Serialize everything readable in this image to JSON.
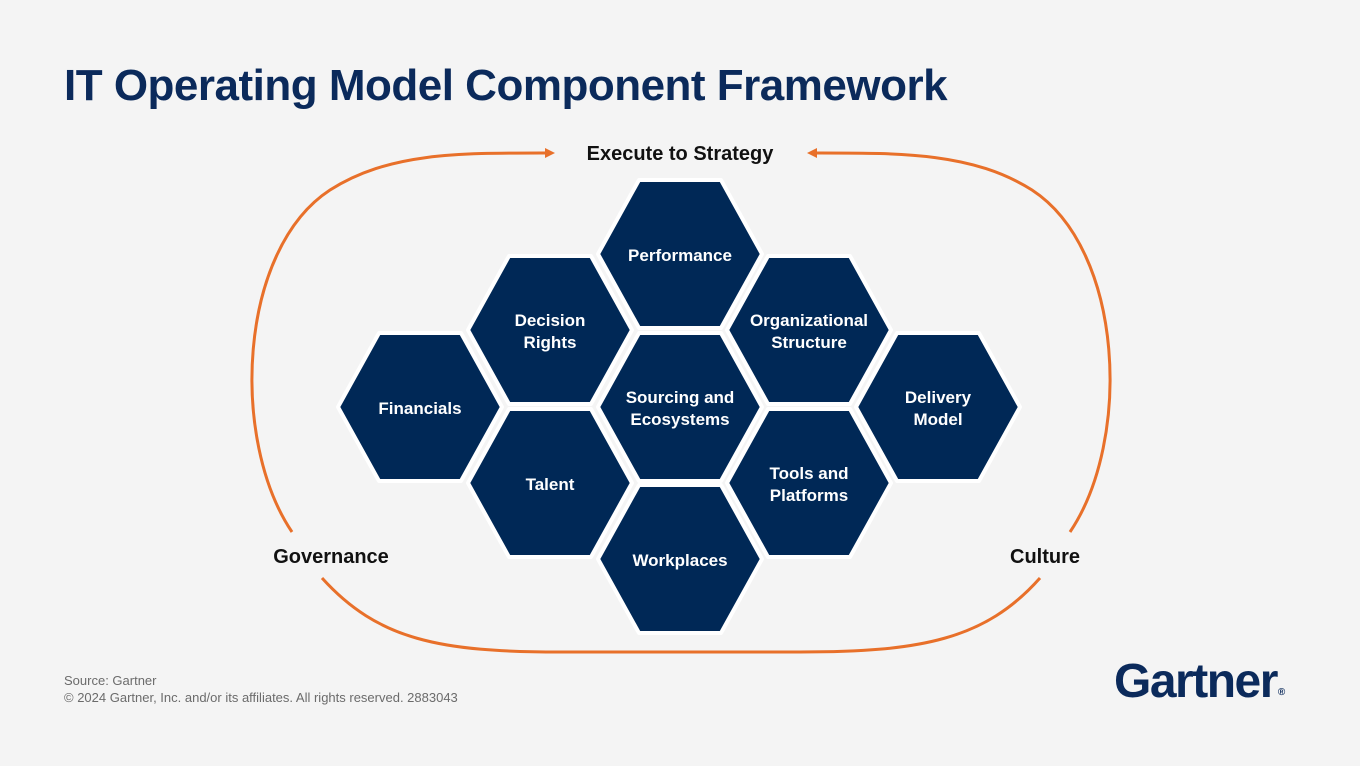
{
  "title": "IT Operating Model Component Framework",
  "loop": {
    "top_label": "Execute to Strategy",
    "left_label": "Governance",
    "right_label": "Culture"
  },
  "components": [
    {
      "id": "performance",
      "lines": [
        "Performance"
      ]
    },
    {
      "id": "decision-rights",
      "lines": [
        "Decision",
        "Rights"
      ]
    },
    {
      "id": "organizational-structure",
      "lines": [
        "Organizational",
        "Structure"
      ]
    },
    {
      "id": "financials",
      "lines": [
        "Financials"
      ]
    },
    {
      "id": "sourcing-and-ecosystems",
      "lines": [
        "Sourcing and",
        "Ecosystems"
      ]
    },
    {
      "id": "delivery-model",
      "lines": [
        "Delivery",
        "Model"
      ]
    },
    {
      "id": "talent",
      "lines": [
        "Talent"
      ]
    },
    {
      "id": "tools-and-platforms",
      "lines": [
        "Tools and",
        "Platforms"
      ]
    },
    {
      "id": "workplaces",
      "lines": [
        "Workplaces"
      ]
    }
  ],
  "footer": {
    "source": "Source: Gartner",
    "copyright": "© 2024 Gartner, Inc. and/or its affiliates. All rights reserved. 2883043"
  },
  "logo": {
    "text": "Gartner",
    "mark": "®"
  },
  "colors": {
    "background": "#f4f4f4",
    "hexagon": "#002856",
    "loop": "#e8702a",
    "title": "#0b2a5b"
  }
}
